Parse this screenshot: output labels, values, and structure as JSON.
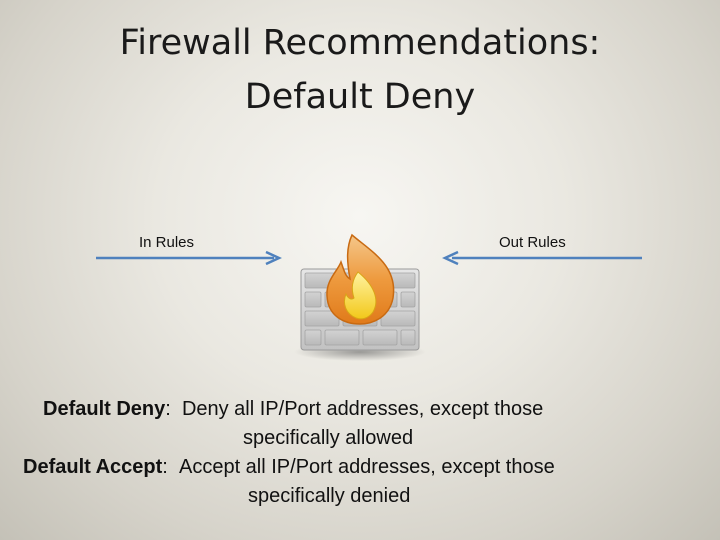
{
  "title": {
    "line1": "Firewall Recommendations:",
    "line2": "Default Deny"
  },
  "diagram": {
    "in_label": "In Rules",
    "out_label": "Out Rules",
    "arrow_color": "#4f81bd",
    "icon": "firewall-icon"
  },
  "policies": [
    {
      "term": "Default Deny",
      "separator": ":",
      "description_line1": "Deny all IP/Port addresses, except those",
      "description_line2": "specifically allowed"
    },
    {
      "term": "Default Accept",
      "separator": ":",
      "description_line1": "Accept all IP/Port addresses, except those",
      "description_line2": "specifically denied"
    }
  ]
}
